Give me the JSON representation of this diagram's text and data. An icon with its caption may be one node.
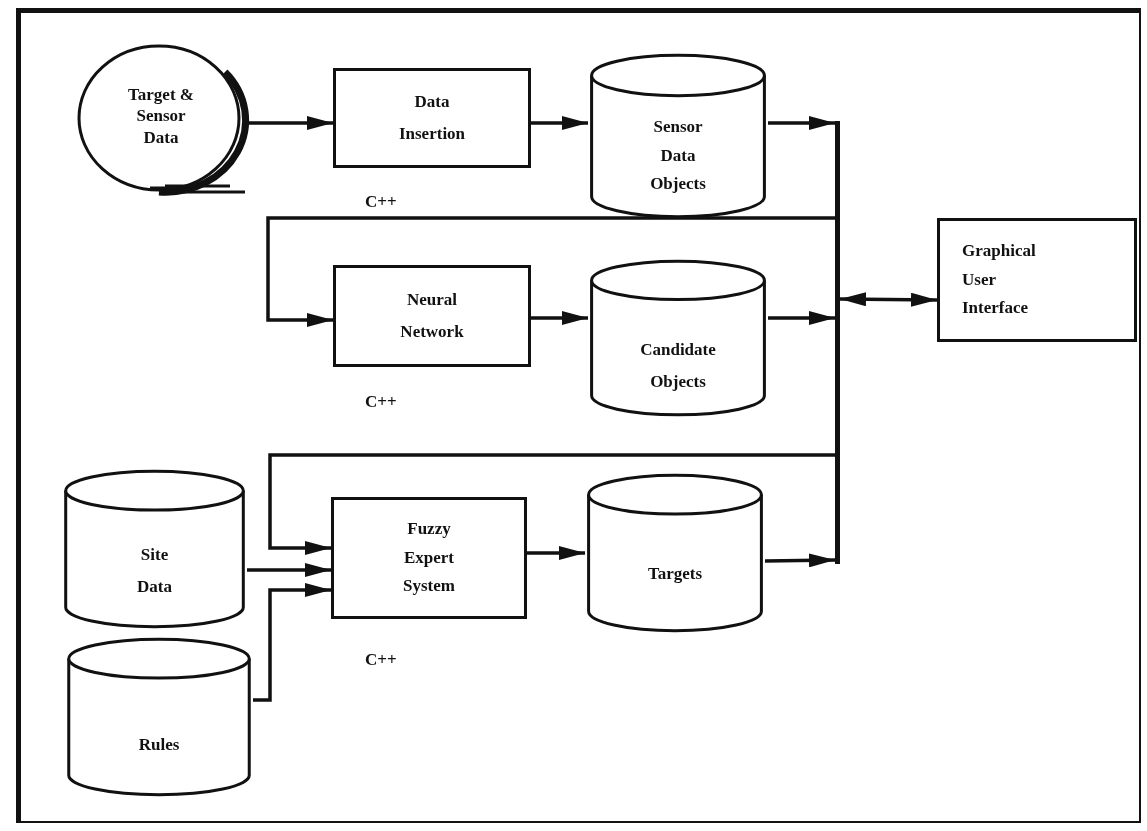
{
  "diagram": {
    "nodes": [
      {
        "text": [
          "Target & Sensor Data"
        ]
      },
      {
        "text": [
          "Data Insertion"
        ],
        "beside": [
          "C++"
        ]
      },
      {
        "text": [
          "Sensor Data Objects"
        ]
      },
      {
        "text": [
          "Neural Network"
        ],
        "beside": [
          "C++"
        ]
      },
      {
        "text": [
          "Candidate Objects"
        ]
      },
      {
        "text": [
          "Graphical User Interface"
        ]
      },
      {
        "text": [
          "Site Data"
        ]
      },
      {
        "text": [
          "Fuzzy Expert System"
        ],
        "beside": [
          "C++"
        ]
      },
      {
        "text": [
          "Targets"
        ]
      },
      {
        "text": [
          "Rules"
        ]
      },
      {
        "text": [],
        "shape": "bar"
      }
    ],
    "edges": [
      {
        "from": 0,
        "to": 1,
        "arrow": "to"
      },
      {
        "from": 1,
        "to": 2,
        "arrow": "to"
      },
      {
        "from": 2,
        "to": 10,
        "arrow": "to"
      },
      {
        "from": 4,
        "to": 10,
        "arrow": "to"
      },
      {
        "from": 8,
        "to": 10,
        "arrow": "to"
      },
      {
        "from": 10,
        "to": 5,
        "arrow": "both"
      },
      {
        "from": 10,
        "to": 3,
        "arrow": "to"
      },
      {
        "from": 3,
        "to": 4,
        "arrow": "to"
      },
      {
        "from": 10,
        "to": 7,
        "arrow": "to"
      },
      {
        "from": 6,
        "to": 7,
        "arrow": "to"
      },
      {
        "from": 9,
        "to": 7,
        "arrow": "to"
      },
      {
        "from": 7,
        "to": 8,
        "arrow": "to"
      }
    ]
  }
}
